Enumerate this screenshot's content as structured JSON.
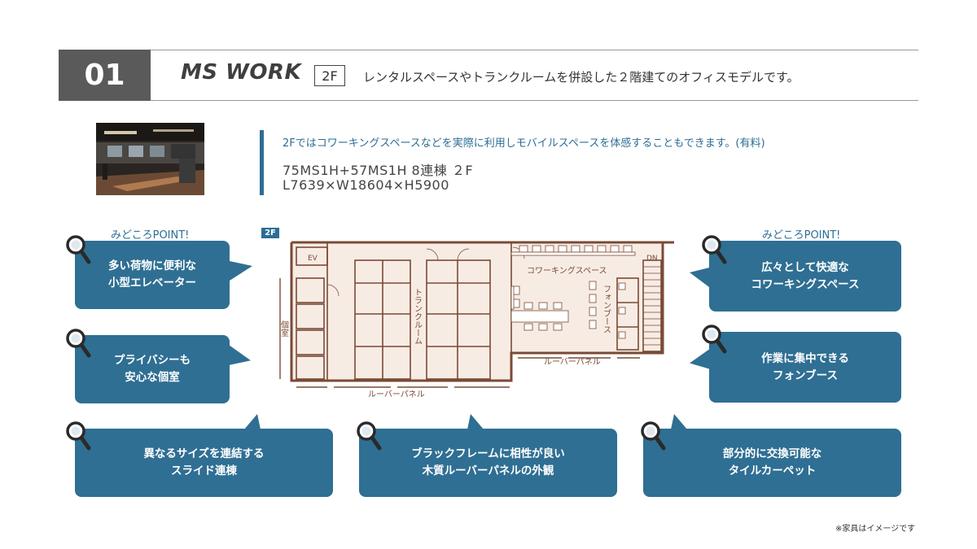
{
  "header": {
    "number": "01",
    "brand": "MS WORK",
    "floor_tag": "2F",
    "description": "レンタルスペースやトランクルームを併設した２階建てのオフィスモデルです。"
  },
  "info": {
    "highlight": "2Fではコワーキングスペースなどを実際に利用しモバイルスペースを体感することもできます。(有料)",
    "spec_line1": "75MS1H+57MS1H  8連棟  ２F",
    "spec_line2": "L7639×W18604×H5900"
  },
  "points": {
    "left_heading": "みどころPOINT!",
    "right_heading": "みどころPOINT!"
  },
  "bubbles": {
    "elevator": [
      "多い荷物に便利な",
      "小型エレベーター"
    ],
    "privacy": [
      "プライバシーも",
      "安心な個室"
    ],
    "slide": [
      "異なるサイズを連結する",
      "スライド連棟"
    ],
    "louver": [
      "ブラックフレームに相性が良い",
      "木質ルーバーパネルの外観"
    ],
    "carpet": [
      "部分的に交換可能な",
      "タイルカーペット"
    ],
    "coworking": [
      "広々として快適な",
      "コワーキングスペース"
    ],
    "phonebooth": [
      "作業に集中できる",
      "フォンブース"
    ]
  },
  "floor_plan": {
    "floor_label": "2F",
    "labels": {
      "ev": "EV",
      "dn": "DN",
      "private_room": "個室",
      "trunk_room": "トランクルーム",
      "coworking": "コワーキングスペース",
      "phone_booth": "フォンブース",
      "louver_bottom": "ルーバーパネル",
      "louver_right": "ルーバーパネル"
    }
  },
  "footnote": "※家具はイメージです",
  "colors": {
    "accent_blue": "#2f6f93",
    "header_gray": "#5a5a5a",
    "plan_brown": "#7a4a35",
    "plan_fill": "#f7ece4"
  },
  "icons": [
    "magnifier-icon"
  ]
}
